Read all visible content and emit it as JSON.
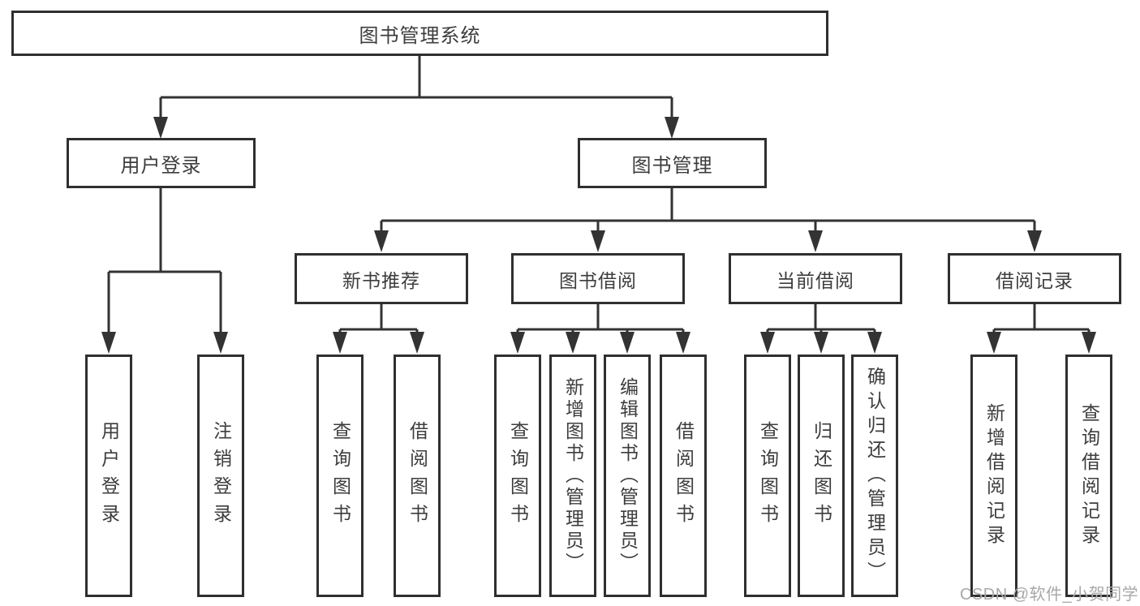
{
  "tree": {
    "root": "图书管理系统",
    "user_login": {
      "label": "用户登录",
      "children": [
        "用户登录",
        "注销登录"
      ]
    },
    "book_mgmt": {
      "label": "图书管理"
    },
    "new_books": {
      "label": "新书推荐",
      "children": [
        "查询图书",
        "借阅图书"
      ]
    },
    "book_borrow": {
      "label": "图书借阅",
      "children": [
        "查询图书",
        "新增图书（管理员）",
        "编辑图书（管理员）",
        "借阅图书"
      ]
    },
    "current_borrow": {
      "label": "当前借阅",
      "children": [
        "查询图书",
        "归还图书",
        "确认归还（管理员）"
      ]
    },
    "borrow_records": {
      "label": "借阅记录",
      "children": [
        "新增借阅记录",
        "查询借阅记录"
      ]
    },
    "watermark": "CSDN @软件_小贺同学"
  },
  "colors": {
    "line": "#333333",
    "box_border": "#2f2f2f",
    "text": "#3d3d3d",
    "watermark": "#a8a8a8",
    "background": "#ffffff"
  }
}
